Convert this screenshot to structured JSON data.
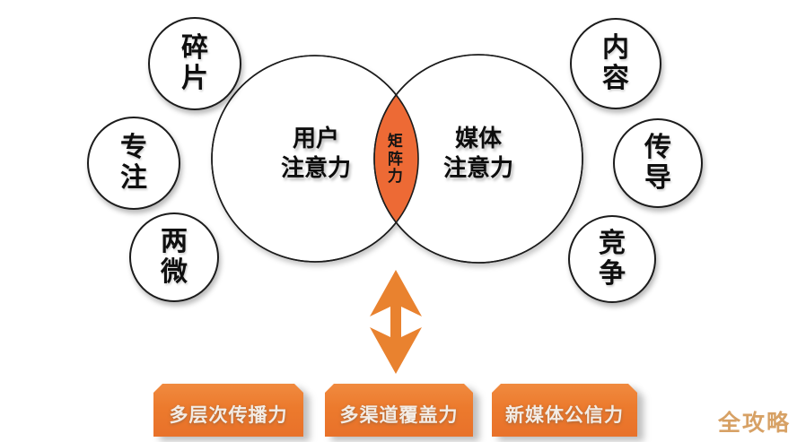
{
  "diagram": {
    "title_context": "attention-matrix venn diagram",
    "left_circle": {
      "line1": "用户",
      "line2": "注意力"
    },
    "right_circle": {
      "line1": "媒体",
      "line2": "注意力"
    },
    "overlap": {
      "label": "矩阵力"
    },
    "satellites_left": [
      {
        "label": "碎片"
      },
      {
        "label": "专注"
      },
      {
        "label": "两微"
      }
    ],
    "satellites_right": [
      {
        "label": "内容"
      },
      {
        "label": "传导"
      },
      {
        "label": "竞争"
      }
    ],
    "boxes": [
      {
        "label": "多层次传播力"
      },
      {
        "label": "多渠道覆盖力"
      },
      {
        "label": "新媒体公信力"
      }
    ],
    "watermark": "全攻略",
    "colors": {
      "lens_orange": "#ED6A35",
      "arrow_orange": "#E9822F",
      "box_orange": "#ED7C2F",
      "watermark_tan": "#D7A165",
      "outline_black": "#1C1C1C"
    }
  }
}
